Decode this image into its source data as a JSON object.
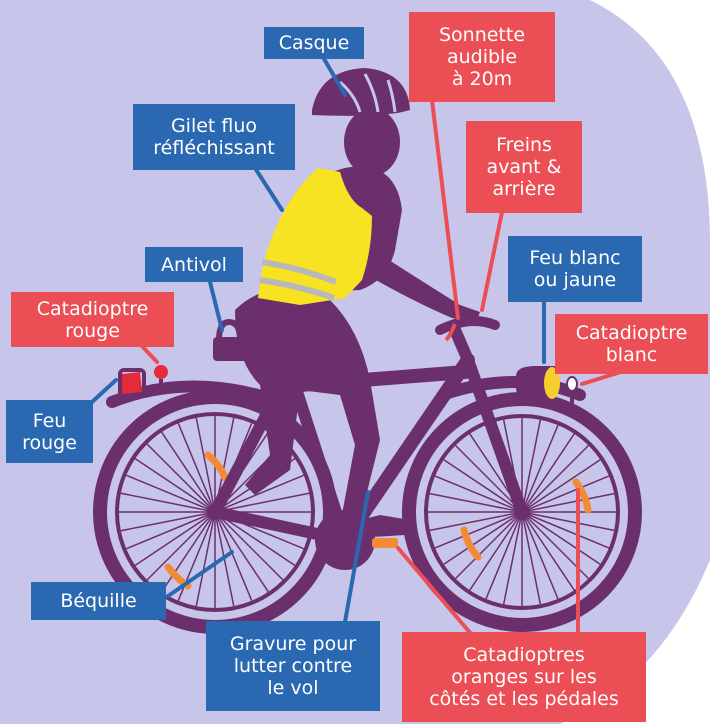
{
  "colors": {
    "background_disc": "#c7c5ea",
    "bike": "#6b2f6e",
    "vest": "#f7e322",
    "vest_stripe": "#b8b8b8",
    "reflector_orange": "#f48a33",
    "rear_light": "#e42b3a",
    "front_light": "#f6cf2c",
    "blue_label": "#2a68b1",
    "red_label": "#ec4e55"
  },
  "labels": {
    "casque": "Casque",
    "sonnette": "Sonnette\naudible\nà 20m",
    "gilet": "Gilet fluo\nréfléchissant",
    "freins": "Freins\navant &\narrière",
    "antivol": "Antivol",
    "feu_blanc": "Feu blanc\nou jaune",
    "catadioptre_rouge": "Catadioptre\nrouge",
    "catadioptre_blanc": "Catadioptre\nblanc",
    "feu_rouge": "Feu\nrouge",
    "bequille": "Béquille",
    "gravure": "Gravure pour\nlutter contre\nle vol",
    "catadioptres_oranges": "Catadioptres\noranges sur les\ncôtés et les pédales"
  }
}
